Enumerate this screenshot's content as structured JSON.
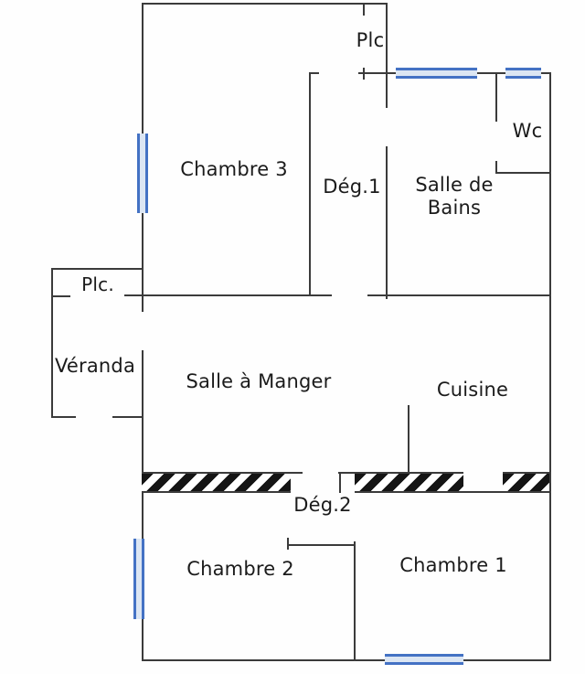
{
  "document": {
    "type": "apartment-floor-plan"
  },
  "colors": {
    "background": "#fefefe",
    "wall": "#3b3b3b",
    "text": "#1b1b1b",
    "window_blue": "#4472c4",
    "window_fill": "#dce6f3",
    "hatch_black": "#151515"
  },
  "rooms": {
    "chambre3": {
      "label": "Chambre 3"
    },
    "plc_top": {
      "label": "Plc"
    },
    "deg1": {
      "label": "Dég.1"
    },
    "salle_de_bains": {
      "label_line1": "Salle de",
      "label_line2": "Bains"
    },
    "wc": {
      "label": "Wc"
    },
    "plc_left": {
      "label": "Plc."
    },
    "veranda": {
      "label": "Véranda"
    },
    "salle_a_manger": {
      "label": "Salle à Manger"
    },
    "cuisine": {
      "label": "Cuisine"
    },
    "deg2": {
      "label": "Dég.2"
    },
    "chambre2": {
      "label": "Chambre 2"
    },
    "chambre1": {
      "label": "Chambre 1"
    }
  }
}
